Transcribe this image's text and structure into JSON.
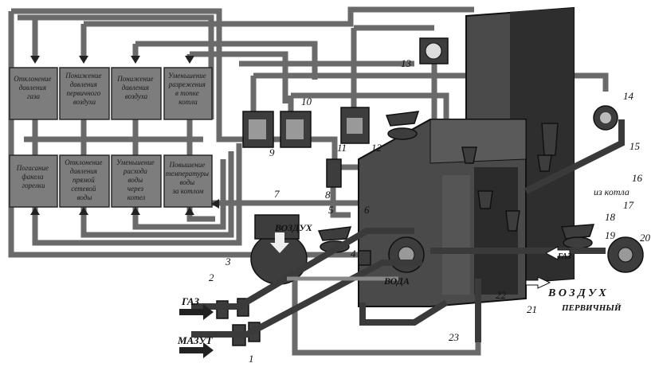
{
  "blocks_top": [
    {
      "text": [
        "Отклонение",
        "давления",
        "газа"
      ]
    },
    {
      "text": [
        "Понижение",
        "давления",
        "первичного",
        "воздуха"
      ]
    },
    {
      "text": [
        "Понижение",
        "давления",
        "воздуха"
      ]
    },
    {
      "text": [
        "Уменьшение",
        "разрежения",
        "в топке",
        "котла"
      ]
    }
  ],
  "blocks_bottom": [
    {
      "text": [
        "Погасание",
        "факела",
        "горелки"
      ]
    },
    {
      "text": [
        "Отклонение",
        "давления",
        "прямой",
        "сетевой",
        "воды"
      ]
    },
    {
      "text": [
        "Уменьшение",
        "расхода",
        "воды",
        "через",
        "котел"
      ]
    },
    {
      "text": [
        "Повышение",
        "температуры",
        "воды",
        "за котлом"
      ]
    }
  ],
  "numbers": [
    "1",
    "2",
    "3",
    "4",
    "5",
    "6",
    "7",
    "8",
    "9",
    "10",
    "11",
    "12",
    "13",
    "14",
    "15",
    "16",
    "17",
    "18",
    "19",
    "20",
    "21",
    "22",
    "23"
  ],
  "labels": {
    "vozdukh_fan": "ВОЗДУХ",
    "gaz_left": "ГАЗ",
    "mazut": "МАЗУТ",
    "voda": "ВОДА",
    "gaz_right": "ГАЗ",
    "iz_kotla": "из котла",
    "vozdukh_right": "В О З Д У Х",
    "pervichny": "ПЕРВИЧНЫЙ"
  }
}
